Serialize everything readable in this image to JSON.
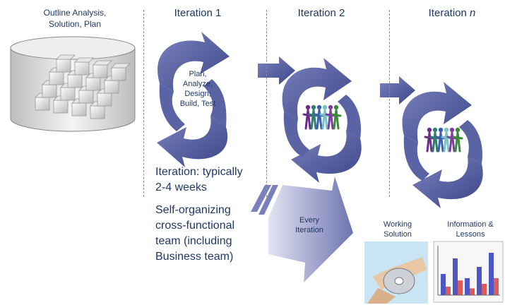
{
  "repository": {
    "label": "Outline Analysis, Solution, Plan",
    "line1": "Outline Analysis,",
    "line2": "Solution, Plan"
  },
  "iterations": [
    {
      "prefix": "Iteration",
      "suffix": "1"
    },
    {
      "prefix": "Iteration",
      "suffix": "2"
    },
    {
      "prefix": "Iteration",
      "suffix": "n"
    }
  ],
  "cycle_steps": [
    "Plan,",
    "Analyze,",
    "Design,",
    "Build, Test"
  ],
  "notes": {
    "duration": [
      "Iteration: typically",
      "2-4 weeks"
    ],
    "team": [
      "Self-organizing",
      "cross-functional",
      "team (including",
      "Business team)"
    ]
  },
  "every_iteration": [
    "Every",
    "Iteration"
  ],
  "outputs": {
    "working_solution": [
      "Working",
      "Solution"
    ],
    "information": [
      "Information &",
      "Lessons"
    ]
  },
  "colors": {
    "arrow_dark": "#4a5596",
    "arrow_light": "#aeb2d6",
    "text": "#1f3864"
  }
}
